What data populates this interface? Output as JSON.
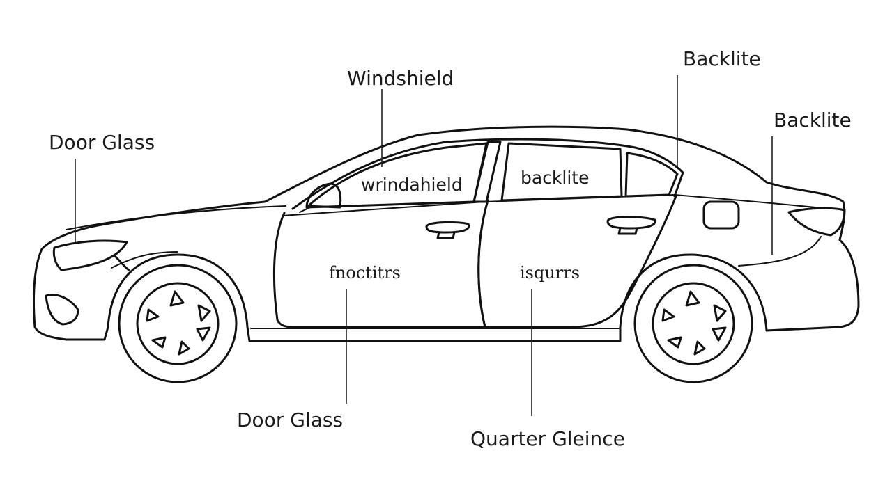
{
  "labels": {
    "windshield_top": "Windshield",
    "backlite_top": "Backlite",
    "backlite_right": "Backlite",
    "door_glass_left": "Door Glass",
    "door_glass_bottom": "Door Glass",
    "quarter_glass_bottom": "Quarter Gleince",
    "window_front_text": "wrindahield",
    "window_rear_text": "backlite",
    "door_front_text": "fnoctitrs",
    "door_rear_text": "isqurrs"
  },
  "colors": {
    "line": "#111111",
    "background": "#ffffff"
  }
}
